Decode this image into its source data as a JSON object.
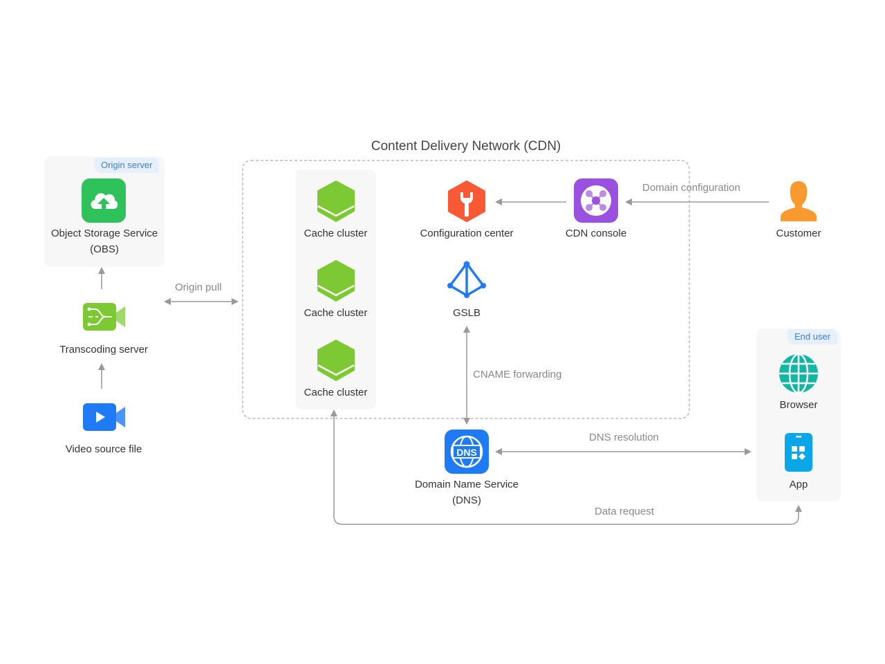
{
  "diagram": {
    "title": "Content Delivery Network (CDN)",
    "groups": {
      "origin_server": {
        "tag": "Origin server"
      },
      "end_user": {
        "tag": "End user"
      }
    },
    "nodes": {
      "obs": {
        "label_line1": "Object Storage Service",
        "label_line2": "(OBS)",
        "icon": "cloud-upload-icon",
        "color": "#2fc25b"
      },
      "transcoding": {
        "label": "Transcoding server",
        "icon": "transcode-camera-icon",
        "color": "#7cc934"
      },
      "video_source": {
        "label": "Video source file",
        "icon": "video-camera-icon",
        "color": "#1e7bf5"
      },
      "cache_clusters": [
        {
          "label": "Cache cluster",
          "icon": "cache-hexagon-icon",
          "color": "#7cc934"
        },
        {
          "label": "Cache cluster",
          "icon": "cache-hexagon-icon",
          "color": "#7cc934"
        },
        {
          "label": "Cache cluster",
          "icon": "cache-hexagon-icon",
          "color": "#7cc934"
        }
      ],
      "config_center": {
        "label": "Configuration center",
        "icon": "wrench-hexagon-icon",
        "color": "#f95a35"
      },
      "cdn_console": {
        "label": "CDN console",
        "icon": "network-hub-icon",
        "color": "#9b51e0"
      },
      "customer": {
        "label": "Customer",
        "icon": "user-icon",
        "color": "#f89a2e"
      },
      "gslb": {
        "label": "GSLB",
        "icon": "pyramid-network-icon",
        "color": "#1e7bf5"
      },
      "dns": {
        "label_line1": "Domain Name Service",
        "label_line2": "(DNS)",
        "icon": "dns-globe-icon",
        "icon_text": "DNS",
        "color": "#1e7bf5"
      },
      "browser": {
        "label": "Browser",
        "icon": "globe-icon",
        "color": "#11b7a3"
      },
      "app": {
        "label": "App",
        "icon": "mobile-app-icon",
        "color": "#0aa7e8"
      }
    },
    "edges": {
      "origin_pull": "Origin pull",
      "domain_configuration": "Domain configuration",
      "cname_forwarding": "CNAME forwarding",
      "dns_resolution": "DNS resolution",
      "data_request": "Data request"
    },
    "colors": {
      "arrow": "#999999",
      "dashed_border": "#aaaaaa",
      "tag_bg": "#e6effc",
      "tag_text": "#3a7fdc",
      "panel_bg": "#f7f7f7"
    }
  }
}
